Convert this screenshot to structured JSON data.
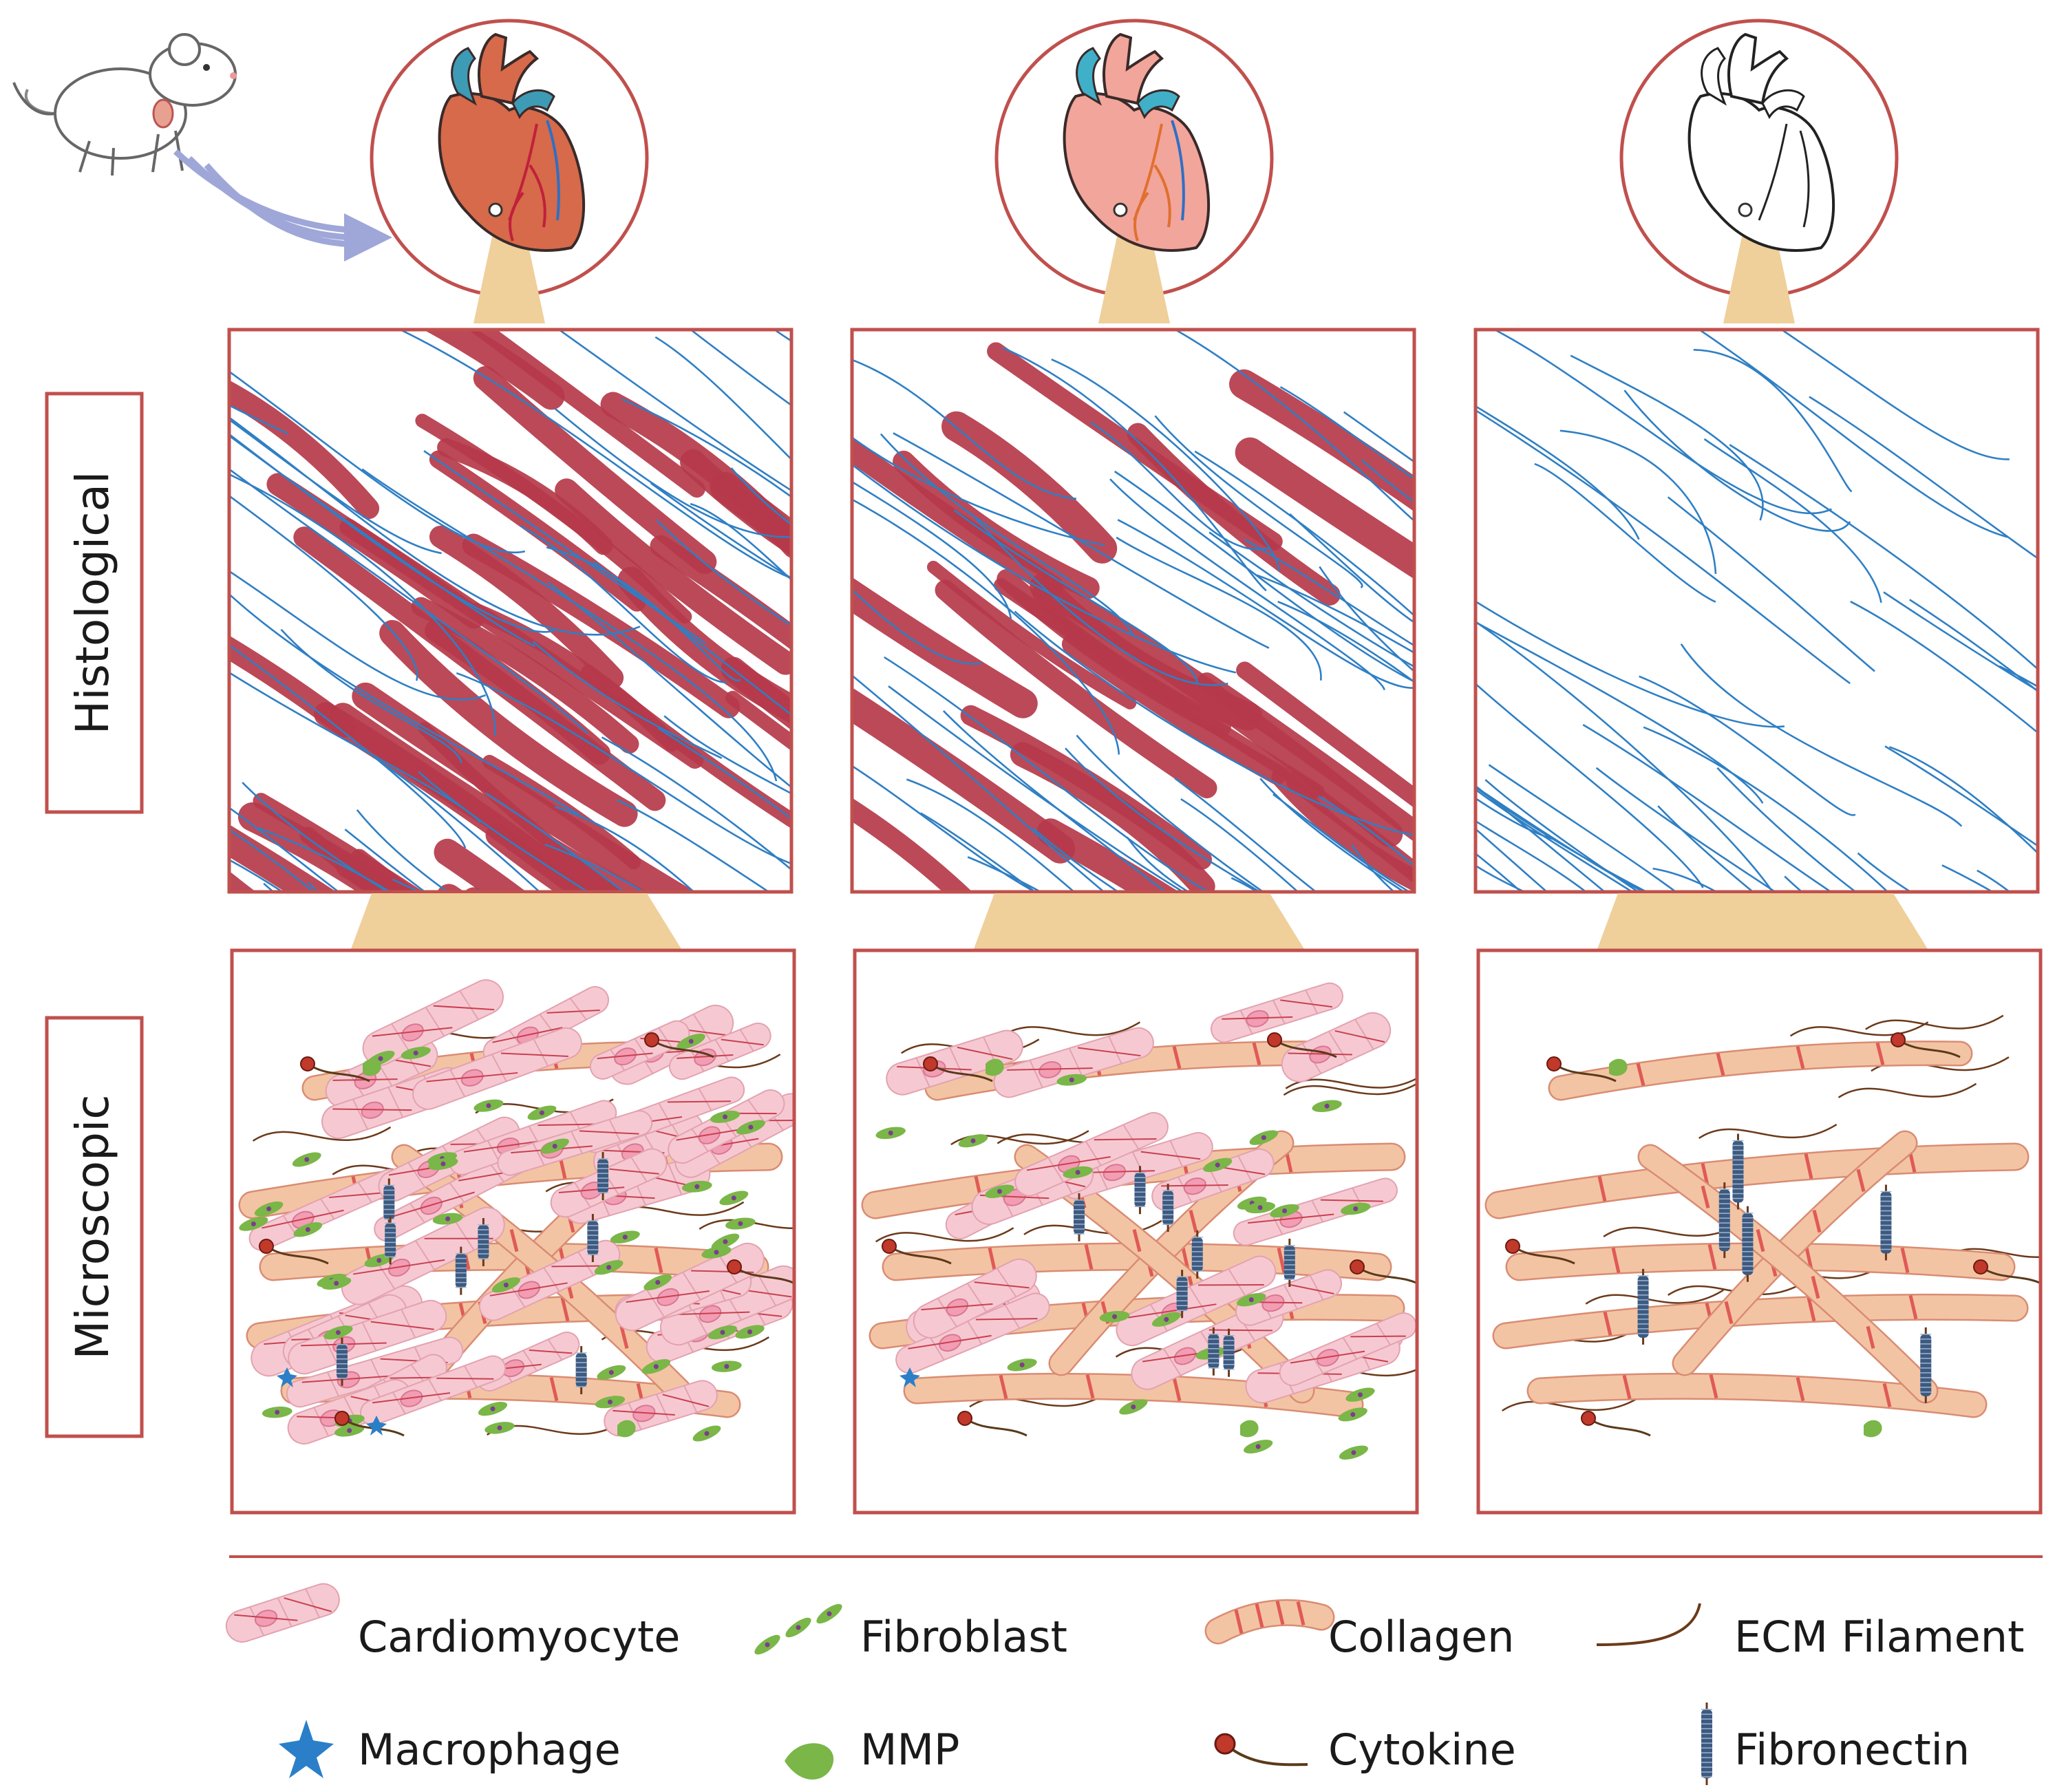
{
  "row_labels": {
    "histological": "Histological",
    "microscopic": "Microscopic"
  },
  "legend": [
    {
      "label": "Cardiomyocyte",
      "icon": "cardiomyocyte-icon"
    },
    {
      "label": "Fibroblast",
      "icon": "fibroblast-icon"
    },
    {
      "label": "Collagen",
      "icon": "collagen-icon"
    },
    {
      "label": "ECM Filament",
      "icon": "ecm-filament-icon"
    },
    {
      "label": "Macrophage",
      "icon": "macrophage-icon"
    },
    {
      "label": "MMP",
      "icon": "mmp-icon"
    },
    {
      "label": "Cytokine",
      "icon": "cytokine-icon"
    },
    {
      "label": "Fibronectin",
      "icon": "fibronectin-icon"
    }
  ],
  "columns": [
    {
      "stage": "native",
      "heart": "heart-native-icon",
      "muscle_density": 1.0
    },
    {
      "stage": "partially-decellularized",
      "heart": "heart-partial-icon",
      "muscle_density": 0.55
    },
    {
      "stage": "decellularized",
      "heart": "heart-decellularized-icon",
      "muscle_density": 0.0
    }
  ],
  "colors": {
    "frame": "#c0504d",
    "muscle": "#b5394a",
    "fiber": "#2f7fc4",
    "connector": "#efcf9a",
    "cardio": "#f6c9d2",
    "collagen": "#f3c4a3",
    "collagen_band": "#e05a56",
    "fibroblast": "#7ab648",
    "macrophage": "#2a7fc8",
    "arrow": "#9fa7d8",
    "fibronectin": "#3d5a80"
  }
}
